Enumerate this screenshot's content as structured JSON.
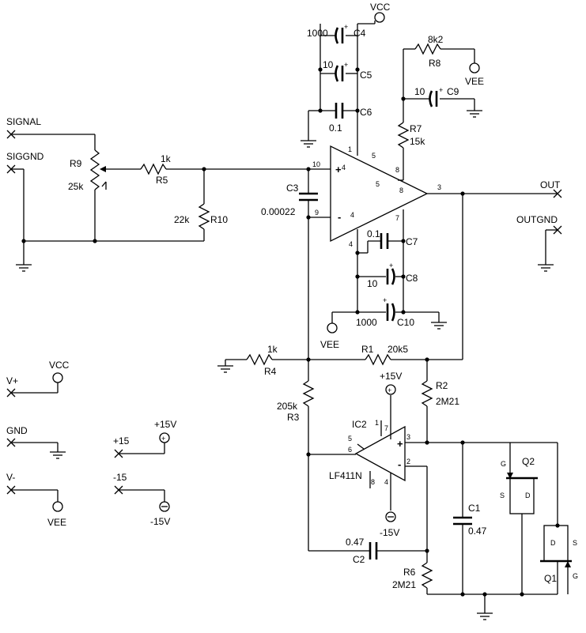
{
  "nets": {
    "signal": "SIGNAL",
    "siggnd": "SIGGND",
    "out": "OUT",
    "outgnd": "OUTGND",
    "vcc": "VCC",
    "vee": "VEE",
    "vplus": "V+",
    "gnd": "GND",
    "vminus": "V-",
    "p15": "+15",
    "m15": "-15",
    "p15v": "+15V",
    "m15v": "-15V"
  },
  "components": {
    "r9": {
      "ref": "R9",
      "val": "25k"
    },
    "r5": {
      "ref": "R5",
      "val": "1k"
    },
    "r10": {
      "ref": "R10",
      "val": "22k"
    },
    "c3": {
      "ref": "C3",
      "val": "0.00022"
    },
    "c4": {
      "ref": "C4",
      "val": "1000"
    },
    "c5": {
      "ref": "C5",
      "val": "10"
    },
    "c6": {
      "ref": "C6",
      "val": "0.1"
    },
    "r8": {
      "ref": "R8",
      "val": "8k2"
    },
    "c9": {
      "ref": "C9",
      "val": "10"
    },
    "r7": {
      "ref": "R7",
      "val": "15k"
    },
    "c7": {
      "ref": "C7",
      "val": "0.1"
    },
    "c8": {
      "ref": "C8",
      "val": "10"
    },
    "c10": {
      "ref": "C10",
      "val": "1000"
    },
    "r4": {
      "ref": "R4",
      "val": "1k"
    },
    "r1": {
      "ref": "R1",
      "val": "20k5"
    },
    "r2": {
      "ref": "R2",
      "val": "2M21"
    },
    "r3": {
      "ref": "R3",
      "val": "205k"
    },
    "ic2": {
      "ref": "IC2",
      "val": "LF411N"
    },
    "c1": {
      "ref": "C1",
      "val": "0.47"
    },
    "c2": {
      "ref": "C2",
      "val": "0.47"
    },
    "r6": {
      "ref": "R6",
      "val": "2M21"
    },
    "q1": {
      "ref": "Q1"
    },
    "q2": {
      "ref": "Q2"
    }
  },
  "pins": {
    "u1": [
      "1",
      "10",
      "5",
      "9",
      "4",
      "8",
      "3",
      "7",
      "4",
      "5",
      "8",
      "4"
    ],
    "ic2": [
      "5",
      "6",
      "1",
      "7",
      "3",
      "2",
      "8",
      "4"
    ],
    "q": [
      "G",
      "S",
      "D"
    ]
  },
  "symbols": {
    "plus": "+",
    "minus": "-",
    "ground": "ground-icon",
    "supply": "supply-circle-icon"
  }
}
